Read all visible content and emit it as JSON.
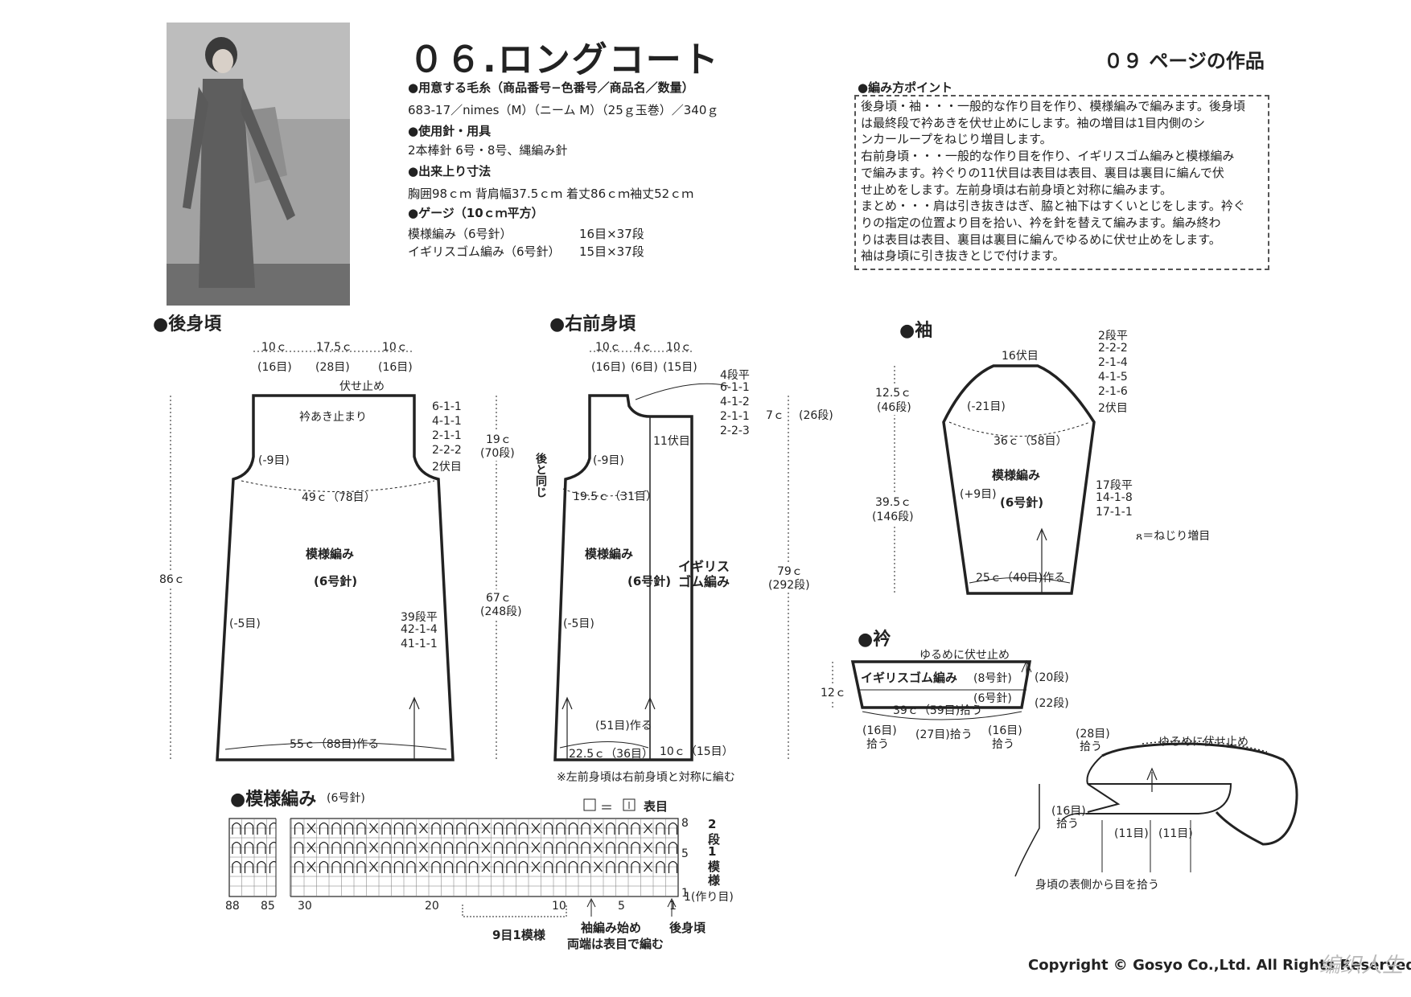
{
  "header": {
    "title": "０６.ロングコート",
    "page_ref": "０９ ページの作品",
    "photo_alt": "model-photo"
  },
  "specs": {
    "yarn_heading": "●用意する毛糸（商品番号−色番号／商品名／数量）",
    "yarn_value": "683-17／nimes（M）（ニーム M）（25ｇ玉巻）／340ｇ",
    "needle_heading": "●使用針・用具",
    "needle_value": "2本棒針 6号・8号、縄編み針",
    "size_heading": "●出来上り寸法",
    "size_value": "胸囲98ｃｍ 背肩幅37.5ｃｍ 着丈86ｃｍ袖丈52ｃｍ",
    "gauge_heading": "●ゲージ（10ｃｍ平方）",
    "gauge_rows": [
      {
        "name": "模様編み（6号針）",
        "value": "16目×37段"
      },
      {
        "name": "イギリスゴム編み（6号針）",
        "value": "15目×37段"
      }
    ]
  },
  "points": {
    "heading": "●編み方ポイント",
    "lines": [
      "後身頃・袖・・・一般的な作り目を作り、模様編みで編みます。後身頃",
      "は最終段で衿あきを伏せ止めにします。袖の増目は1目内側のシ",
      "ンカーループをねじり増目します。",
      "右前身頃・・・一般的な作り目を作り、イギリスゴム編みと模様編み",
      "で編みます。衿ぐりの11伏目は表目は表目、裏目は裏目に編んで伏",
      "せ止めをします。左前身頃は右前身頃と対称に編みます。",
      "まとめ・・・肩は引き抜きはぎ、脇と袖下はすくいとじをします。衿ぐ",
      "りの指定の位置より目を拾い、衿を針を替えて編みます。編み終わ",
      "りは表目は表目、裏目は裏目に編んでゆるめに伏せ止めをします。",
      "袖は身頃に引き抜きとじで付けます。"
    ]
  },
  "back": {
    "heading": "●後身頃",
    "top_widths": [
      "10ｃ",
      "17.5ｃ",
      "10ｃ"
    ],
    "top_stitches": [
      "(16目)",
      "(28目)",
      "(16目)"
    ],
    "bind_off": "伏せ止め",
    "neck_stop": "衿あき止まり",
    "armhole_dec": [
      "6-1-1",
      "4-1-1",
      "2-1-1",
      "2-2-2",
      "2伏目"
    ],
    "dec_9": "(-9目)",
    "chest": "49ｃ（78目）",
    "pattern": "模様編み",
    "needle": "(6号針)",
    "dec_5": "(-5目)",
    "side_dec": [
      "39段平",
      "42-1-4",
      "41-1-1"
    ],
    "bottom": "55ｃ（88目)作る",
    "height": "86ｃ"
  },
  "front": {
    "heading": "●右前身頃",
    "top_widths": [
      "10ｃ",
      "4ｃ",
      "10ｃ"
    ],
    "top_stitches": [
      "(16目)",
      "(6目)",
      "(15目)"
    ],
    "neck_dec": [
      "4段平",
      "6-1-1",
      "4-1-2",
      "2-1-1",
      "2-2-3"
    ],
    "bind11": "11伏目",
    "same_as_back": "後と同じ",
    "dec_9": "(-9目)",
    "width": "19.5ｃ（31目）",
    "pattern": "模様編み",
    "needle": "(6号針)",
    "rib": "イギリスゴム編み",
    "dec_5": "(-5目)",
    "cast_51": "(51目)作る",
    "bottom_left": "22.5ｃ（36目）",
    "bottom_right": "10ｃ（15目）",
    "upper_h": "19ｃ",
    "upper_rows": "(70段)",
    "lower_h": "67ｃ",
    "lower_rows": "(248段)",
    "band_h": "7ｃ",
    "band_rows": "(26段)",
    "band_total_h": "79ｃ",
    "band_total_rows": "(292段)",
    "note": "※左前身頃は右前身頃と対称に編む"
  },
  "sleeve": {
    "heading": "●袖",
    "cap_bind": "16伏目",
    "cap_dec": [
      "2段平",
      "2-2-2",
      "2-1-4",
      "4-1-5",
      "2-1-6",
      "2伏目"
    ],
    "dec_21": "(-21目)",
    "upper_w": "36ｃ（58目）",
    "cap_h": "12.5ｃ",
    "cap_rows": "(46段)",
    "body_h": "39.5ｃ",
    "body_rows": "(146段)",
    "pattern": "模様編み",
    "needle": "(6号針)",
    "inc": "(+9目)",
    "inc_rows": [
      "17段平",
      "14-1-8",
      "17-1-1"
    ],
    "bottom": "25ｃ（40目)作る",
    "legend": "＝ねじり増目"
  },
  "collar": {
    "heading": "●衿",
    "loose_bind": "ゆるめに伏せ止め",
    "rib": "イギリスゴム編み",
    "needle8": "(8号針)",
    "needle6": "(6号針)",
    "rows20": "(20段)",
    "rows22": "(22段)",
    "height": "12ｃ",
    "width": "39ｃ（59目)拾う",
    "pick_left": [
      "(16目)",
      "拾う"
    ],
    "pick_mid": "(27目)拾う",
    "pick_right": [
      "(16目)",
      "拾う"
    ]
  },
  "collar_diagram": {
    "top": [
      "(28目)",
      "拾う"
    ],
    "loose": "ゆるめに伏せ止め",
    "left": [
      "(16目)",
      "拾う"
    ],
    "mid1": "(11目)",
    "mid2": "(11目)",
    "caption": "身頃の表側から目を拾う"
  },
  "chart": {
    "heading": "●模様編み",
    "needle": "(6号針)",
    "legend": "表目",
    "row_nums": [
      "8",
      "5",
      "1"
    ],
    "row_labels": [
      "2",
      "段",
      "1",
      "模",
      "様"
    ],
    "cast": "1(作り目)",
    "col_nums": [
      "88",
      "85",
      "30",
      "20",
      "10",
      "5",
      "1"
    ],
    "repeat": "9目1模様",
    "sleeve_start": [
      "袖編み始め",
      "両端は表目で編む"
    ],
    "back_label": "後身頃"
  },
  "footer": {
    "copyright": "Copyright © Gosyo Co.,Ltd. All Rights Reserved.",
    "watermark": "编织人生"
  }
}
